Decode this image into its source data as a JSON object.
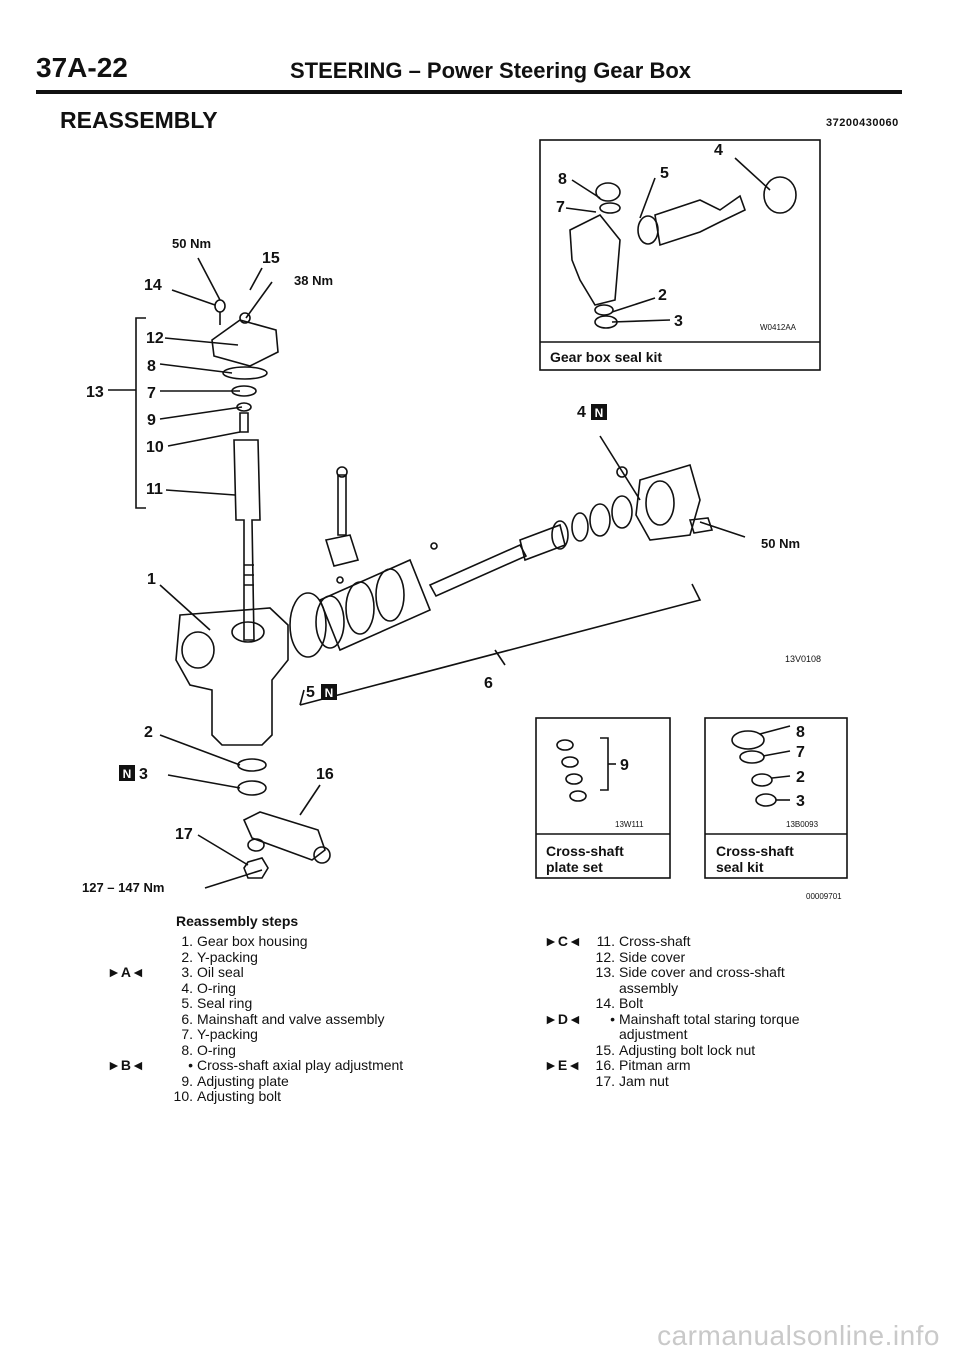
{
  "header": {
    "page_number": "37A-22",
    "title": "STEERING – Power Steering Gear Box"
  },
  "section": {
    "heading": "REASSEMBLY",
    "code": "37200430060"
  },
  "diagram": {
    "callouts": {
      "c14": "14",
      "c15": "15",
      "c12": "12",
      "c8": "8",
      "c13": "13",
      "c7": "7",
      "c9": "9",
      "c10": "10",
      "c11": "11",
      "c1": "1",
      "c2": "2",
      "c3": "3",
      "c16": "16",
      "c17": "17",
      "c6": "6",
      "c4": "4",
      "c5": "5"
    },
    "torques": {
      "t50a": "50 Nm",
      "t38": "38 Nm",
      "t50b": "50 Nm",
      "t127": "127 – 147 Nm"
    },
    "figure_codes": {
      "main": "13V0108",
      "footer": "00009701"
    },
    "kits": {
      "seal_kit": {
        "label": "Gear box seal kit",
        "code": "W0412AA",
        "nums": {
          "n4": "4",
          "n5": "5",
          "n8": "8",
          "n7": "7",
          "n2": "2",
          "n3": "3"
        }
      },
      "plate_set": {
        "label_line1": "Cross-shaft",
        "label_line2": "plate set",
        "code": "13W111",
        "num": "9"
      },
      "cross_seal_kit": {
        "label_line1": "Cross-shaft",
        "label_line2": "seal kit",
        "code": "13B0093",
        "nums": {
          "n8": "8",
          "n7": "7",
          "n2": "2",
          "n3": "3"
        }
      }
    },
    "new_marker": "N"
  },
  "steps": {
    "heading": "Reassembly steps",
    "left": [
      {
        "num": "1.",
        "text": "Gear box housing",
        "marker": ""
      },
      {
        "num": "2.",
        "text": "Y-packing",
        "marker": ""
      },
      {
        "num": "3.",
        "text": "Oil seal",
        "marker": "►A◄"
      },
      {
        "num": "4.",
        "text": "O-ring",
        "marker": ""
      },
      {
        "num": "5.",
        "text": "Seal ring",
        "marker": ""
      },
      {
        "num": "6.",
        "text": "Mainshaft and valve assembly",
        "marker": ""
      },
      {
        "num": "7.",
        "text": "Y-packing",
        "marker": ""
      },
      {
        "num": "8.",
        "text": "O-ring",
        "marker": ""
      },
      {
        "num": "•",
        "text": "Cross-shaft axial play adjustment",
        "marker": "►B◄"
      },
      {
        "num": "9.",
        "text": "Adjusting plate",
        "marker": ""
      },
      {
        "num": "10.",
        "text": "Adjusting bolt",
        "marker": ""
      }
    ],
    "right": [
      {
        "num": "11.",
        "text": "Cross-shaft",
        "marker": "►C◄"
      },
      {
        "num": "12.",
        "text": "Side cover",
        "marker": ""
      },
      {
        "num": "13.",
        "text": "Side cover and cross-shaft",
        "marker": ""
      },
      {
        "num": "",
        "text": "assembly",
        "marker": ""
      },
      {
        "num": "14.",
        "text": "Bolt",
        "marker": ""
      },
      {
        "num": "•",
        "text": "Mainshaft total staring torque",
        "marker": "►D◄"
      },
      {
        "num": "",
        "text": "adjustment",
        "marker": ""
      },
      {
        "num": "15.",
        "text": "Adjusting bolt lock nut",
        "marker": ""
      },
      {
        "num": "16.",
        "text": "Pitman arm",
        "marker": "►E◄"
      },
      {
        "num": "17.",
        "text": "Jam nut",
        "marker": ""
      }
    ]
  },
  "watermark": "carmanualsonline.info"
}
